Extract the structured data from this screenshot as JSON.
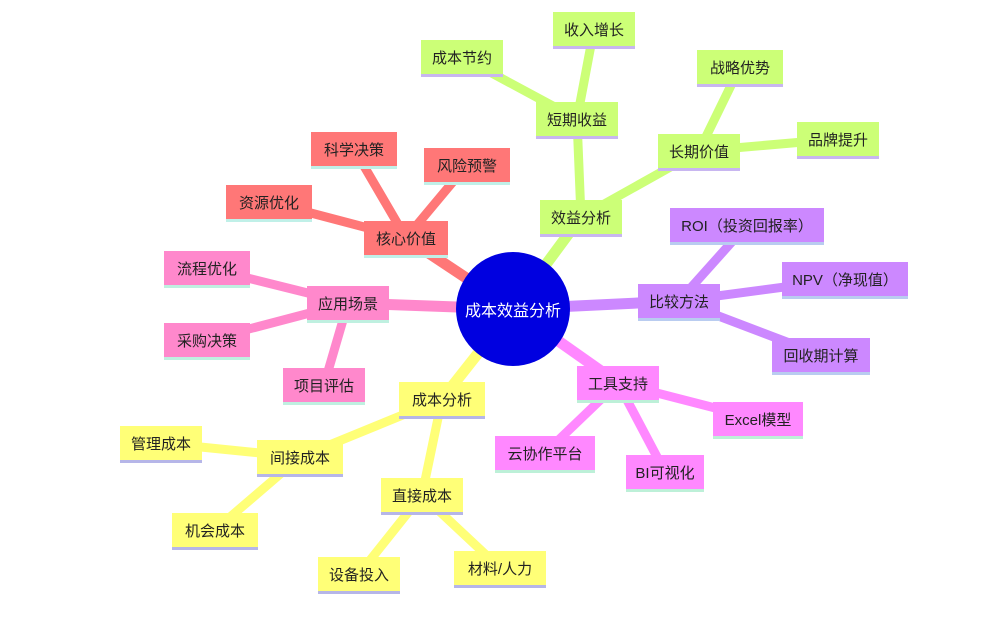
{
  "mindmap": {
    "root": {
      "id": "root",
      "label": "成本效益分析",
      "color": "#0000e0"
    },
    "branches": [
      {
        "id": "b1",
        "label": "效益分析",
        "color": "#ccff77",
        "shadow": "#c8b6f0"
      },
      {
        "id": "b1a",
        "label": "短期收益",
        "color": "#ccff77",
        "shadow": "#c8b6f0"
      },
      {
        "id": "b1a1",
        "label": "成本节约",
        "color": "#ccff77",
        "shadow": "#c8b6f0"
      },
      {
        "id": "b1a2",
        "label": "收入增长",
        "color": "#ccff77",
        "shadow": "#c8b6f0"
      },
      {
        "id": "b1b",
        "label": "长期价值",
        "color": "#ccff77",
        "shadow": "#c8b6f0"
      },
      {
        "id": "b1b1",
        "label": "战略优势",
        "color": "#ccff77",
        "shadow": "#c8b6f0"
      },
      {
        "id": "b1b2",
        "label": "品牌提升",
        "color": "#ccff77",
        "shadow": "#c8b6f0"
      },
      {
        "id": "b2",
        "label": "比较方法",
        "color": "#cc88ff",
        "shadow": "#b9ccf0"
      },
      {
        "id": "b2a",
        "label": "ROI（投资回报率）",
        "color": "#cc88ff",
        "shadow": "#b9ccf0"
      },
      {
        "id": "b2b",
        "label": "NPV（净现值）",
        "color": "#cc88ff",
        "shadow": "#b9ccf0"
      },
      {
        "id": "b2c",
        "label": "回收期计算",
        "color": "#cc88ff",
        "shadow": "#b9ccf0"
      },
      {
        "id": "b3",
        "label": "工具支持",
        "color": "#ff88ff",
        "shadow": "#bdf0d8"
      },
      {
        "id": "b3a",
        "label": "Excel模型",
        "color": "#ff88ff",
        "shadow": "#bdf0d8"
      },
      {
        "id": "b3b",
        "label": "BI可视化",
        "color": "#ff88ff",
        "shadow": "#bdf0d8"
      },
      {
        "id": "b3c",
        "label": "云协作平台",
        "color": "#ff88ff",
        "shadow": "#bdf0d8"
      },
      {
        "id": "b4",
        "label": "成本分析",
        "color": "#ffff77",
        "shadow": "#b6b6e8"
      },
      {
        "id": "b4a",
        "label": "直接成本",
        "color": "#ffff77",
        "shadow": "#b6b6e8"
      },
      {
        "id": "b4a1",
        "label": "材料/人力",
        "color": "#ffff77",
        "shadow": "#b6b6e8"
      },
      {
        "id": "b4a2",
        "label": "设备投入",
        "color": "#ffff77",
        "shadow": "#b6b6e8"
      },
      {
        "id": "b4b",
        "label": "间接成本",
        "color": "#ffff77",
        "shadow": "#b6b6e8"
      },
      {
        "id": "b4b1",
        "label": "管理成本",
        "color": "#ffff77",
        "shadow": "#b6b6e8"
      },
      {
        "id": "b4b2",
        "label": "机会成本",
        "color": "#ffff77",
        "shadow": "#b6b6e8"
      },
      {
        "id": "b5",
        "label": "应用场景",
        "color": "#ff88cc",
        "shadow": "#bff0e0"
      },
      {
        "id": "b5a",
        "label": "流程优化",
        "color": "#ff88cc",
        "shadow": "#bff0e0"
      },
      {
        "id": "b5b",
        "label": "采购决策",
        "color": "#ff88cc",
        "shadow": "#bff0e0"
      },
      {
        "id": "b5c",
        "label": "项目评估",
        "color": "#ff88cc",
        "shadow": "#bff0e0"
      },
      {
        "id": "b6",
        "label": "核心价值",
        "color": "#ff7777",
        "shadow": "#c0f0e8"
      },
      {
        "id": "b6a",
        "label": "资源优化",
        "color": "#ff7777",
        "shadow": "#c0f0e8"
      },
      {
        "id": "b6b",
        "label": "科学决策",
        "color": "#ff7777",
        "shadow": "#c0f0e8"
      },
      {
        "id": "b6c",
        "label": "风险预警",
        "color": "#ff7777",
        "shadow": "#c0f0e8"
      }
    ],
    "links": [
      [
        "root",
        "b1"
      ],
      [
        "b1",
        "b1a"
      ],
      [
        "b1a",
        "b1a1"
      ],
      [
        "b1a",
        "b1a2"
      ],
      [
        "b1",
        "b1b"
      ],
      [
        "b1b",
        "b1b1"
      ],
      [
        "b1b",
        "b1b2"
      ],
      [
        "root",
        "b2"
      ],
      [
        "b2",
        "b2a"
      ],
      [
        "b2",
        "b2b"
      ],
      [
        "b2",
        "b2c"
      ],
      [
        "root",
        "b3"
      ],
      [
        "b3",
        "b3a"
      ],
      [
        "b3",
        "b3b"
      ],
      [
        "b3",
        "b3c"
      ],
      [
        "root",
        "b4"
      ],
      [
        "b4",
        "b4a"
      ],
      [
        "b4a",
        "b4a1"
      ],
      [
        "b4a",
        "b4a2"
      ],
      [
        "b4",
        "b4b"
      ],
      [
        "b4b",
        "b4b1"
      ],
      [
        "b4b",
        "b4b2"
      ],
      [
        "root",
        "b5"
      ],
      [
        "b5",
        "b5a"
      ],
      [
        "b5",
        "b5b"
      ],
      [
        "b5",
        "b5c"
      ],
      [
        "root",
        "b6"
      ],
      [
        "b6",
        "b6a"
      ],
      [
        "b6",
        "b6b"
      ],
      [
        "b6",
        "b6c"
      ]
    ]
  }
}
